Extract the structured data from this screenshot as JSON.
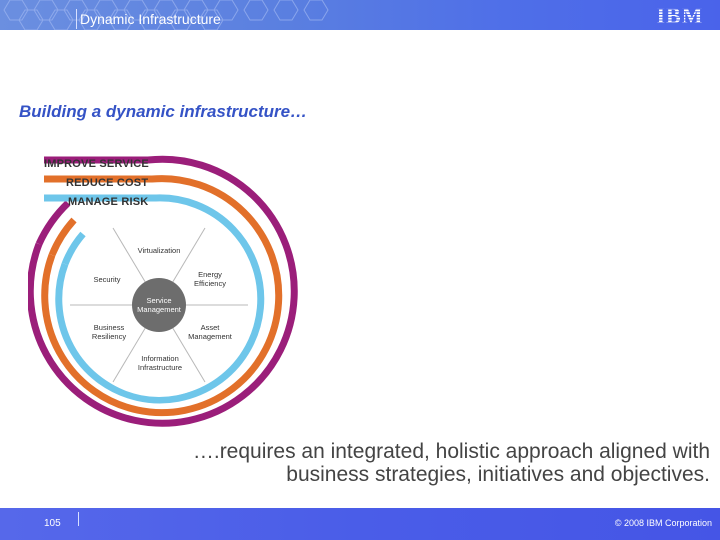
{
  "header": {
    "title": "Dynamic Infrastructure",
    "logo_text": "IBM"
  },
  "slide": {
    "title": "Building a dynamic infrastructure…",
    "caption_line1": "….requires an integrated, holistic approach aligned with",
    "caption_line2": "business strategies, initiatives and objectives."
  },
  "diagram": {
    "rings": [
      {
        "label": "IMPROVE SERVICE",
        "color": "#9b1e7a"
      },
      {
        "label": "REDUCE COST",
        "color": "#e2702a"
      },
      {
        "label": "MANAGE RISK",
        "color": "#6ec6ea"
      }
    ],
    "segments": [
      {
        "label": "Virtualization"
      },
      {
        "label": "Energy Efficiency"
      },
      {
        "label": "Asset Management"
      },
      {
        "label": "Information Infrastructure"
      },
      {
        "label": "Business Resiliency"
      },
      {
        "label": "Security"
      }
    ],
    "center": "Service Management"
  },
  "footer": {
    "page_number": "105",
    "copyright": "© 2008 IBM Corporation"
  }
}
